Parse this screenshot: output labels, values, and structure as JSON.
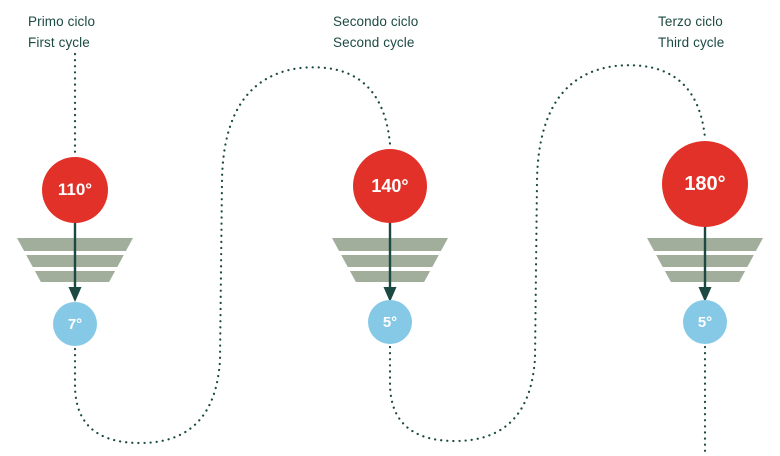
{
  "colors": {
    "hot": "#e23128",
    "cold": "#85c9e6",
    "funnel": "#a0ae9b",
    "ink": "#1c4a42"
  },
  "cycles": [
    {
      "title_it": "Primo ciclo",
      "title_en": "First cycle",
      "hot_temp": "110°",
      "cold_temp": "7°"
    },
    {
      "title_it": "Secondo ciclo",
      "title_en": "Second cycle",
      "hot_temp": "140°",
      "cold_temp": "5°"
    },
    {
      "title_it": "Terzo ciclo",
      "title_en": "Third cycle",
      "hot_temp": "180°",
      "cold_temp": "5°"
    }
  ]
}
